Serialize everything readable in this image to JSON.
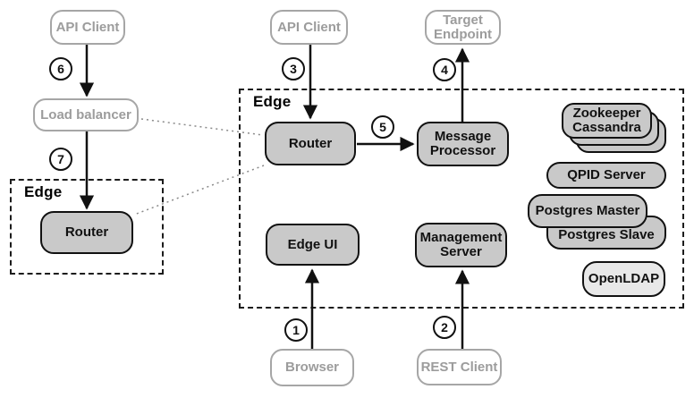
{
  "diagram": {
    "groups": {
      "edge_left": "Edge",
      "edge_main": "Edge"
    },
    "external_nodes": {
      "api_client_left": "API Client",
      "api_client_mid": "API Client",
      "load_balancer": "Load balancer",
      "target_endpoint": {
        "line1": "Target",
        "line2": "Endpoint"
      },
      "browser": "Browser",
      "rest_client": "REST Client"
    },
    "components": {
      "router_left": "Router",
      "router_main": "Router",
      "message_processor": {
        "line1": "Message",
        "line2": "Processor"
      },
      "edge_ui": "Edge UI",
      "management_server": {
        "line1": "Management",
        "line2": "Server"
      },
      "zookeeper_cassandra": {
        "line1": "Zookeeper",
        "line2": "Cassandra"
      },
      "qpid_server": "QPID Server",
      "postgres_master": "Postgres Master",
      "postgres_slave": "Postgres Slave",
      "openldap": "OpenLDAP"
    },
    "steps": {
      "1": "1",
      "2": "2",
      "3": "3",
      "4": "4",
      "5": "5",
      "6": "6",
      "7": "7"
    },
    "colors": {
      "component_fill": "#c9c9c9",
      "component_border": "#111111",
      "openldap_fill": "#e8e8e8",
      "external_gray": "#9c9c9c",
      "arrow_black": "#111111",
      "dotted_gray": "#8a8a8a",
      "background": "#ffffff"
    }
  }
}
